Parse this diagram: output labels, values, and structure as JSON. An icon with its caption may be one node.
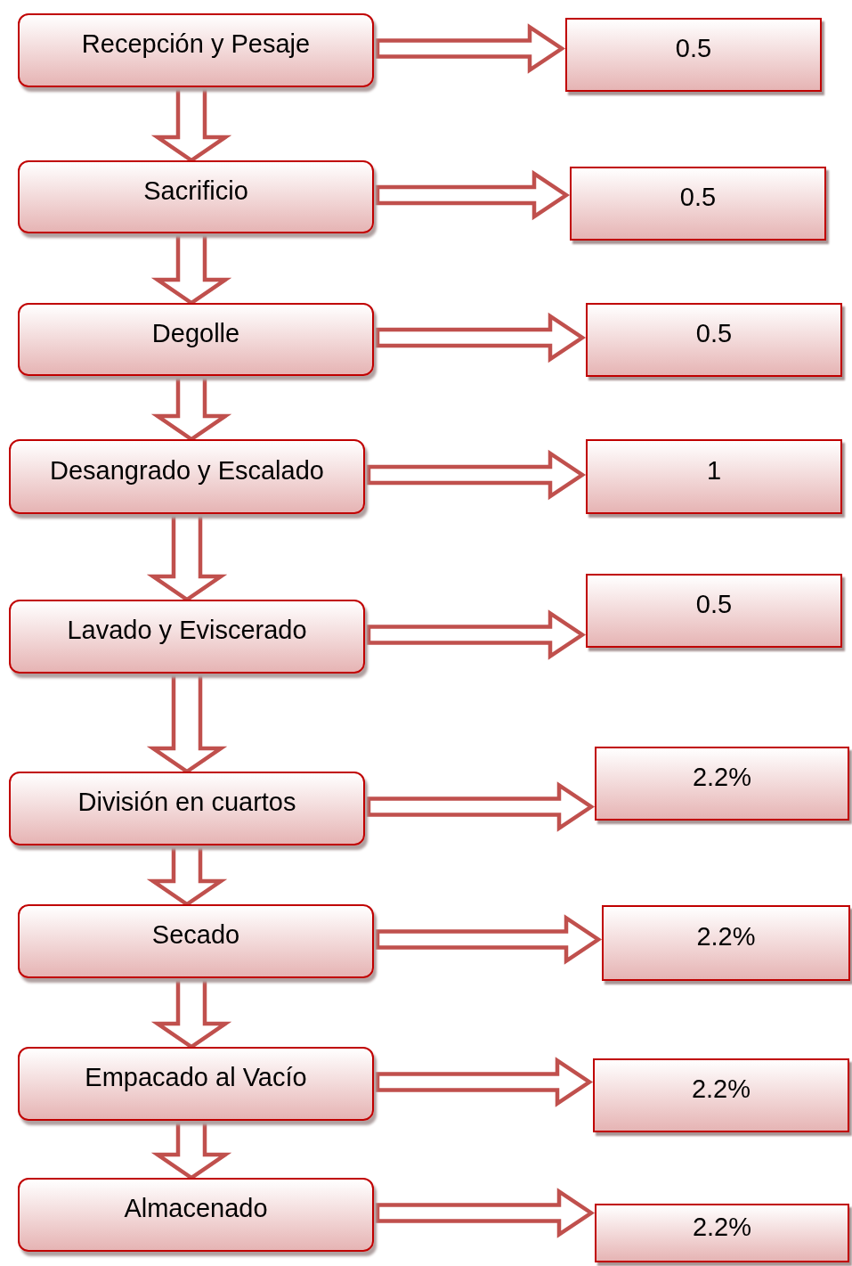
{
  "diagram": {
    "nodes": [
      {
        "text": [
          "Recepción y Pesaje"
        ]
      },
      {
        "text": [
          "Sacrificio"
        ]
      },
      {
        "text": [
          "Degolle"
        ]
      },
      {
        "text": [
          "Desangrado y Escalado"
        ]
      },
      {
        "text": [
          "Lavado y Eviscerado"
        ]
      },
      {
        "text": [
          "División en cuartos"
        ]
      },
      {
        "text": [
          "Secado"
        ]
      },
      {
        "text": [
          "Empacado al Vacío"
        ]
      },
      {
        "text": [
          "Almacenado"
        ]
      },
      {
        "text": [
          "0.5"
        ]
      },
      {
        "text": [
          "0.5"
        ]
      },
      {
        "text": [
          "0.5"
        ]
      },
      {
        "text": [
          "1"
        ]
      },
      {
        "text": [
          "0.5"
        ]
      },
      {
        "text": [
          "2.2%"
        ]
      },
      {
        "text": [
          "2.2%"
        ]
      },
      {
        "text": [
          "2.2%"
        ]
      },
      {
        "text": [
          "2.2%"
        ]
      }
    ],
    "edges": [
      {
        "from": 0,
        "to": 1,
        "arrow": "to"
      },
      {
        "from": 1,
        "to": 2,
        "arrow": "to"
      },
      {
        "from": 2,
        "to": 3,
        "arrow": "to"
      },
      {
        "from": 3,
        "to": 4,
        "arrow": "to"
      },
      {
        "from": 4,
        "to": 5,
        "arrow": "to"
      },
      {
        "from": 5,
        "to": 6,
        "arrow": "to"
      },
      {
        "from": 6,
        "to": 7,
        "arrow": "to"
      },
      {
        "from": 7,
        "to": 8,
        "arrow": "to"
      },
      {
        "from": 0,
        "to": 9,
        "arrow": "to"
      },
      {
        "from": 1,
        "to": 10,
        "arrow": "to"
      },
      {
        "from": 2,
        "to": 11,
        "arrow": "to"
      },
      {
        "from": 3,
        "to": 12,
        "arrow": "to"
      },
      {
        "from": 4,
        "to": 13,
        "arrow": "to"
      },
      {
        "from": 5,
        "to": 14,
        "arrow": "to"
      },
      {
        "from": 6,
        "to": 15,
        "arrow": "to"
      },
      {
        "from": 7,
        "to": 16,
        "arrow": "to"
      },
      {
        "from": 8,
        "to": 17,
        "arrow": "to"
      }
    ]
  }
}
